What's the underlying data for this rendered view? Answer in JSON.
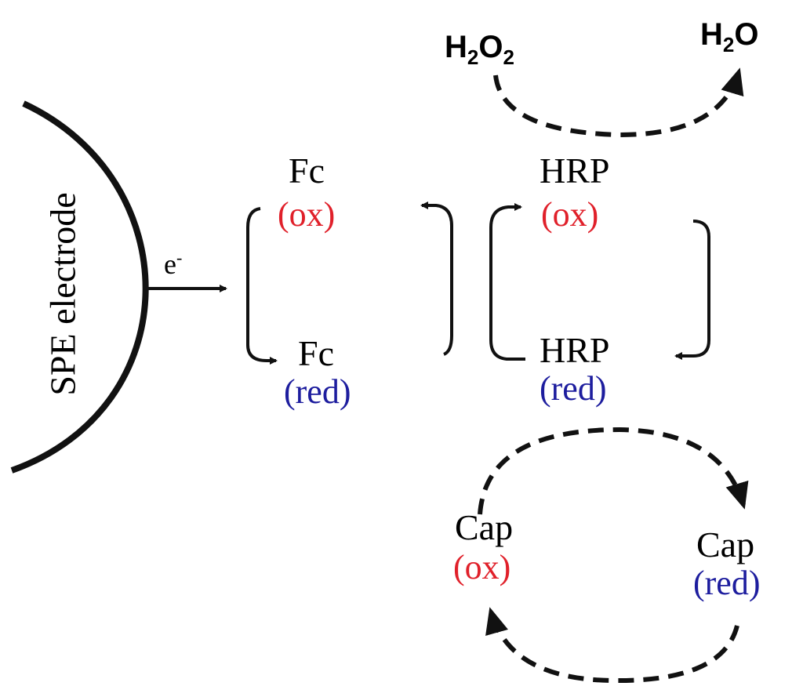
{
  "electrode": {
    "label": "SPE electrode"
  },
  "electron": {
    "label": "e",
    "superscript": "-"
  },
  "peroxide": {
    "reactant": "H2O2",
    "product": "H2O"
  },
  "ferrocene": {
    "name_top": "Fc",
    "state_top": "(ox)",
    "name_bottom": "Fc",
    "state_bottom": "(red)"
  },
  "hrp": {
    "name_top": "HRP",
    "state_top": "(ox)",
    "name_bottom": "HRP",
    "state_bottom": "(red)"
  },
  "capsaicin": {
    "name_left": "Cap",
    "state_left": "(ox)",
    "name_right": "Cap",
    "state_right": "(red)"
  },
  "colors": {
    "oxidized": "#e0202a",
    "reduced": "#1d1d9e",
    "ink": "#111111"
  }
}
